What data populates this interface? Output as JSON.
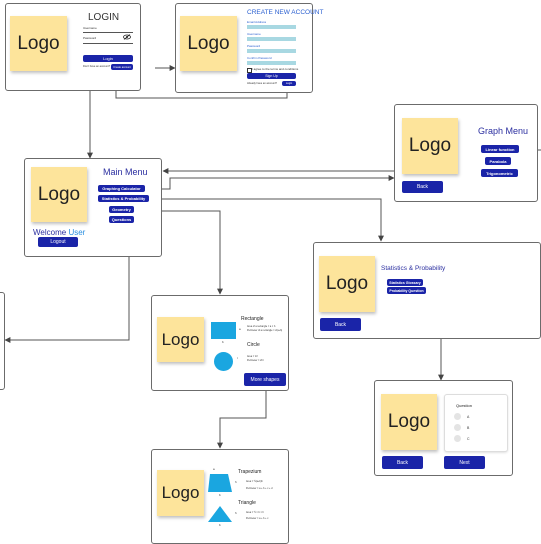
{
  "logo_label": "Logo",
  "login": {
    "title": "LOGIN",
    "username_label": "Username",
    "password_label": "Password",
    "eye_icon": "eye-off-icon",
    "login_button": "Login",
    "no_account_text": "Don't have an account?",
    "create_account_button": "Create account"
  },
  "create_account": {
    "title": "CREATE NEW ACCOUNT",
    "fields": [
      "Email Address",
      "Username",
      "Password",
      "Confirm Password"
    ],
    "terms_text": "I agree to the terms and conditions",
    "signup_button": "Sign Up",
    "have_account_text": "Already have an account?",
    "login_button": "Login"
  },
  "main_menu": {
    "title": "Main Menu",
    "items": [
      "Graphing Calculator",
      "Statistics & Probability",
      "Geometry",
      "Questions"
    ],
    "welcome_text": "Welcome",
    "welcome_user": "User",
    "logout_button": "Logout"
  },
  "graph_menu": {
    "title": "Graph Menu",
    "items": [
      "Linear function",
      "Parabola",
      "Trigonometric"
    ],
    "back_button": "Back"
  },
  "stats": {
    "title": "Statistics & Probability",
    "items": [
      "Statistics Glossary",
      "Probability Question"
    ],
    "back_button": "Back"
  },
  "geometry": {
    "rect_title": "Rectangle",
    "rect_dim_label": "a",
    "rect_side_label": "b",
    "rect_formulas": [
      "Area of a rectangle = a × b",
      "Perimeter of a rectangle = 2(a+b)"
    ],
    "circle_title": "Circle",
    "circle_radius_label": "r",
    "circle_formulas": [
      "Area = πr²",
      "Perimeter = 2πr"
    ],
    "more_button": "More shapes"
  },
  "shapes2": {
    "trap_title": "Trapezium",
    "trap_top_label": "a",
    "trap_bottom_label": "b",
    "trap_height_label": "h",
    "trap_formulas": [
      "Area = ½(a+b)h",
      "Perimeter = a + b + c + d"
    ],
    "tri_title": "Triangle",
    "tri_base_label": "b",
    "tri_height_label": "h",
    "tri_formulas": [
      "Area = ½ × b × h",
      "Perimeter = a + b + c"
    ]
  },
  "question": {
    "title": "Question",
    "options": [
      "A",
      "B",
      "C"
    ],
    "back_button": "Back",
    "next_button": "Next"
  },
  "colors": {
    "button_blue": "#1a24a8",
    "sticky_yellow": "#fde49b",
    "field_cyan": "#a8d8e2",
    "shape_cyan": "#1aa6e0"
  }
}
